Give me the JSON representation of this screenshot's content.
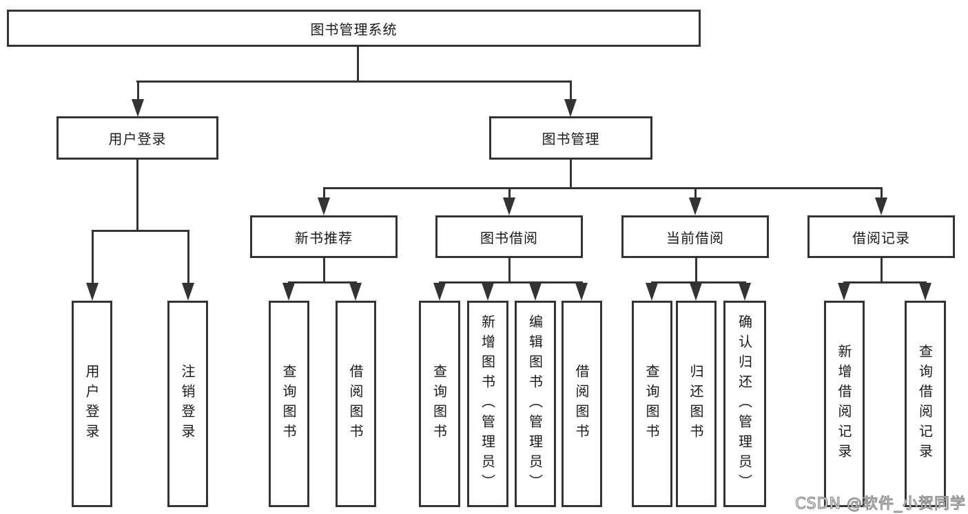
{
  "colors": {
    "line": "#333333",
    "text": "#1a1a1a",
    "background": "#ffffff",
    "watermark_fill": "#f5f5f5",
    "watermark_stroke": "#8a8a8a"
  },
  "tree": {
    "label": "图书管理系统",
    "children": [
      {
        "label": "用户登录",
        "children": [
          {
            "label": "用户登录"
          },
          {
            "label": "注销登录"
          }
        ]
      },
      {
        "label": "图书管理",
        "children": [
          {
            "label": "新书推荐",
            "children": [
              {
                "label": "查询图书"
              },
              {
                "label": "借阅图书"
              }
            ]
          },
          {
            "label": "图书借阅",
            "children": [
              {
                "label": "查询图书"
              },
              {
                "label": "新增图书（管理员）"
              },
              {
                "label": "编辑图书（管理员）"
              },
              {
                "label": "借阅图书"
              }
            ]
          },
          {
            "label": "当前借阅",
            "children": [
              {
                "label": "查询图书"
              },
              {
                "label": "归还图书"
              },
              {
                "label": "确认归还（管理员）"
              }
            ]
          },
          {
            "label": "借阅记录",
            "children": [
              {
                "label": "新增借阅记录"
              },
              {
                "label": "查询借阅记录"
              }
            ]
          }
        ]
      }
    ]
  },
  "watermark": {
    "text": "CSDN @软件_小贺同学"
  }
}
